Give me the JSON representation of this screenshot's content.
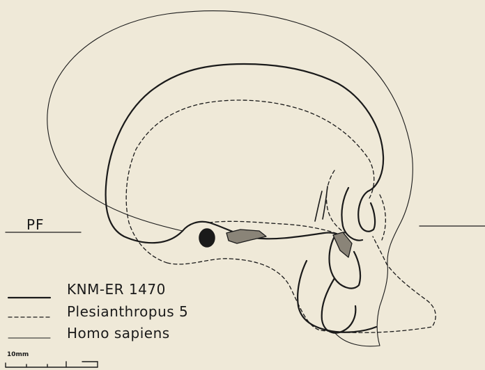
{
  "plane_label": "PF",
  "legend": [
    {
      "label": "KNM-ER 1470",
      "line_style": "solid"
    },
    {
      "label": "Plesianthropus 5",
      "line_style": "dashed"
    },
    {
      "label": "Homo sapiens",
      "line_style": "solid"
    }
  ],
  "scale_bar": {
    "label": "10mm"
  },
  "colors": {
    "ink": "#1a1a1a",
    "paper": "#efe9d8"
  }
}
